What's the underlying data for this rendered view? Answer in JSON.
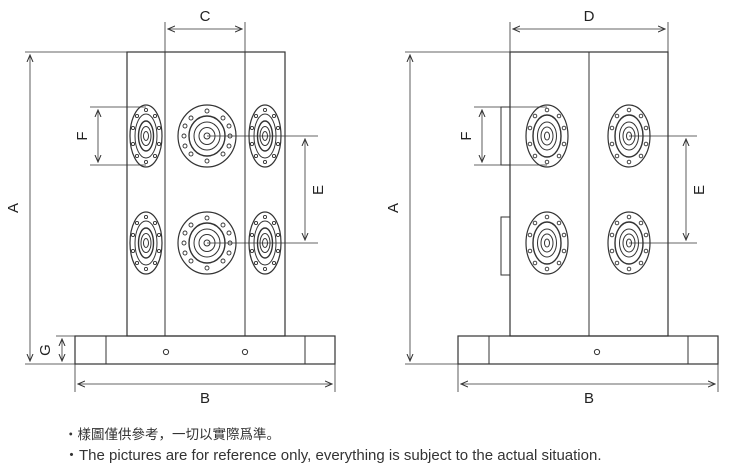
{
  "left_view": {
    "labels": {
      "a": "A",
      "b": "B",
      "c": "C",
      "e": "E",
      "f": "F",
      "g": "G"
    }
  },
  "right_view": {
    "labels": {
      "a": "A",
      "b": "B",
      "d": "D",
      "e": "E",
      "f": "F"
    }
  },
  "notes": {
    "chinese": "・樣圖僅供參考，一切以實際爲準。",
    "english": "・The pictures are for reference only, everything is subject to the actual situation."
  },
  "colors": {
    "line": "#333333",
    "background": "#ffffff"
  }
}
